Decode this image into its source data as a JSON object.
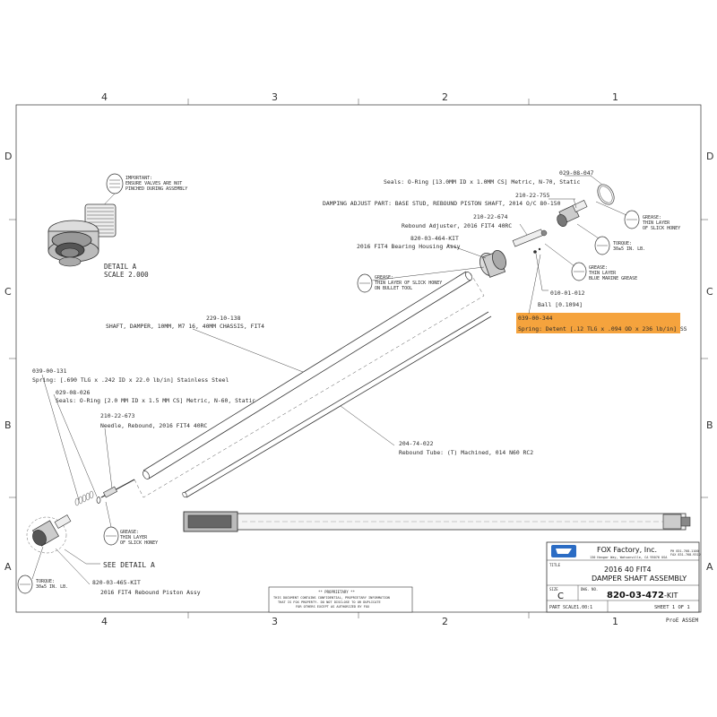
{
  "drawing": {
    "zones_top": [
      "4",
      "3",
      "2",
      "1"
    ],
    "zones_bottom": [
      "4",
      "3",
      "2",
      "1"
    ],
    "zones_left": [
      "D",
      "C",
      "B",
      "A"
    ],
    "zones_right": [
      "D",
      "C",
      "B",
      "A"
    ]
  },
  "detail": {
    "note": [
      "IMPORTANT:",
      "ENSURE VALVES ARE NOT",
      "PINCHED DURING ASSEMBLY"
    ],
    "title": "DETAIL  A",
    "scale": "SCALE  2.000"
  },
  "callouts": {
    "seal_pn": "029-08-047",
    "seal_desc": "Seals: O-Ring [13.0MM ID x 1.0MM CS] Metric, N-70, Static",
    "base_pn": "210-22-755",
    "base_desc": "DAMPING ADJUST PART: BASE STUD, REBOUND PISTON SHAFT, 2014 O/C 80-150",
    "adjuster_pn": "210-22-674",
    "adjuster_desc": "Rebound Adjuster, 2016 FIT4 40RC",
    "bearing_pn": "820-03-464-KIT",
    "bearing_desc": "2016 FIT4 Bearing Housing Assy",
    "ball_pn": "010-01-012",
    "ball_desc": "Ball [0.1094]",
    "spring_detent_pn": "039-00-344",
    "spring_detent_desc": "Spring: Detent [.12 TLG x .094 OD x 236 lb/in] SS",
    "shaft_pn": "229-10-138",
    "shaft_desc": "SHAFT, DAMPER, 10MM, M7 16, 40MM CHASSIS, FIT4",
    "spring_pn": "039-00-131",
    "spring_desc": "Spring: [.690 TLG x .242 ID x 22.0 lb/in] Stainless Steel",
    "oring_pn": "029-08-026",
    "oring_desc": "Seals: O-Ring [2.0 MM ID x 1.5 MM CS] Metric, N-60, Static",
    "needle_pn": "210-22-673",
    "needle_desc": "Needle, Rebound, 2016 FIT4 40RC",
    "tube_pn": "204-74-022",
    "tube_desc": "Rebound Tube: (T) Machined, 014 N60 RC2",
    "see_detail": "SEE DETAIL  A",
    "piston_pn": "820-03-465-KIT",
    "piston_desc": "2016 FIT4 Rebound Piston Assy"
  },
  "notes": {
    "grease_honey": [
      "GREASE:",
      "THIN LAYER",
      "OF SLICK HONEY"
    ],
    "grease_honey_tool": [
      "GREASE:",
      "THIN LAYER OF SLICK HONEY",
      "ON BULLET TOOL"
    ],
    "grease_marine": [
      "GREASE:",
      "THIN LAYER",
      "BLUE MARINE GREASE"
    ],
    "torque_right": [
      "TORQUE:",
      "30±5 IN. LB."
    ],
    "torque_left": [
      "TORQUE:",
      "30±5 IN. LB."
    ]
  },
  "title_block": {
    "company": "FOX Factory, Inc.",
    "address": "130 Hangar Way, Watsonville, CA 95076 USA",
    "phone": "PH 831-768-1100",
    "fax": "FAX 831-768-9312",
    "title_label": "TITLE",
    "title_line1": "2016 40 FIT4",
    "title_line2": "DAMPER SHAFT ASSEMBLY",
    "size_label": "SIZE",
    "size": "C",
    "dwg_label": "DWG. NO.",
    "dwg_no": "820-03-472",
    "dwg_suffix": "-KIT",
    "scale_text": "PART SCALE1.00:1",
    "sheet": "SHEET 1 OF 1",
    "proprietary": [
      "** PROPRIETARY **",
      "THIS DOCUMENT CONTAINS CONFIDENTIAL, PROPRIETARY INFORMATION",
      "THAT IS FOX PROPERTY.   DO NOT DISCLOSE TO OR DUPLICATE",
      "FOR OTHERS EXCEPT AS AUTHORIZED BY FOX"
    ],
    "footer": "ProE ASSEM"
  },
  "colors": {
    "highlight": "#f5a33d",
    "logo_blue": "#2b6cc4",
    "line": "#333333"
  }
}
